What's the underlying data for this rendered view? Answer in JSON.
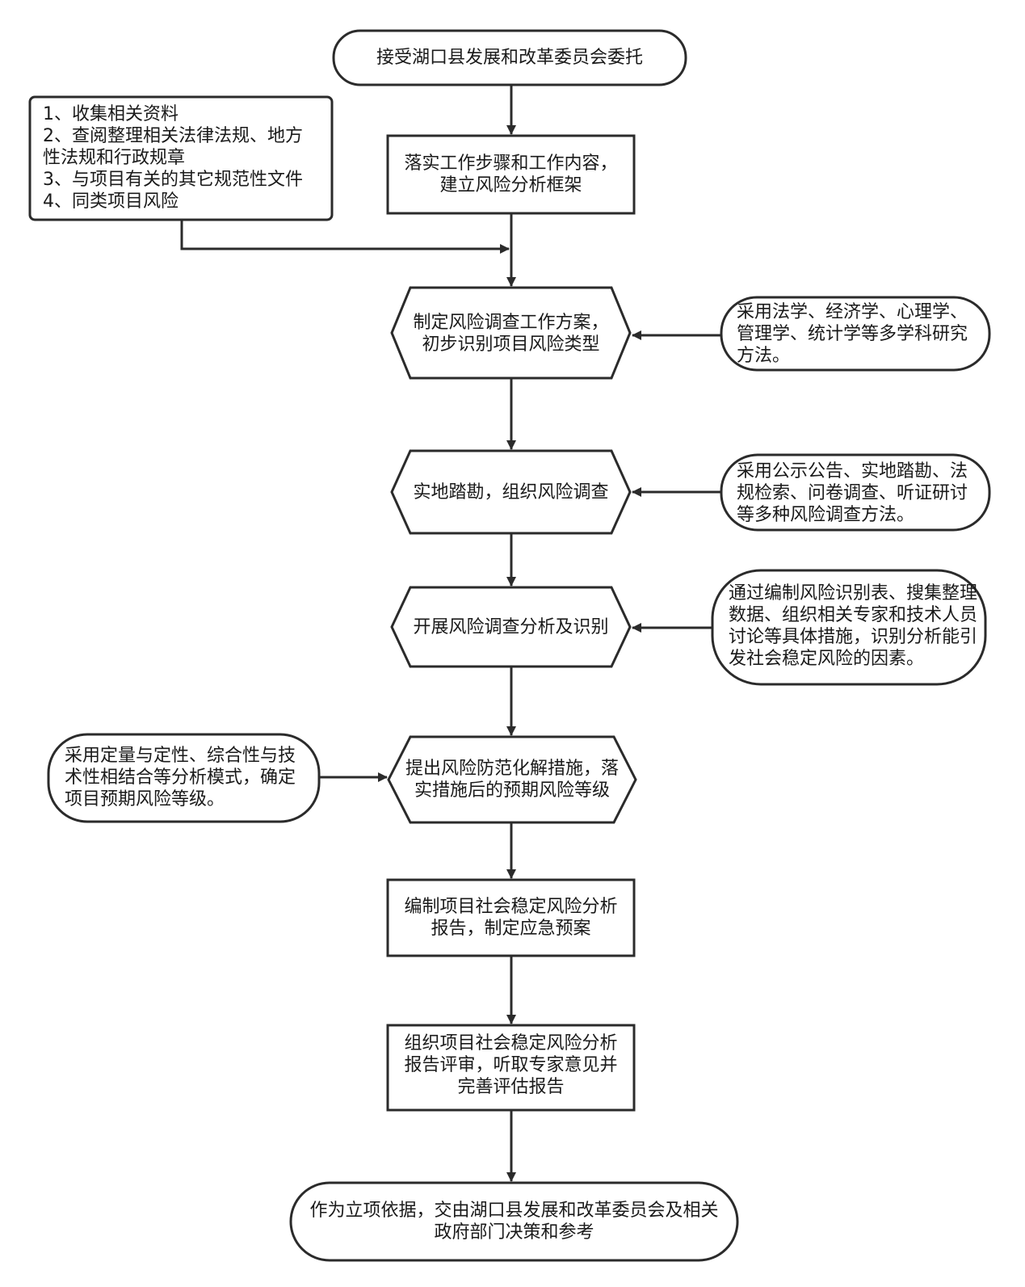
{
  "colors": {
    "stroke": "#2b2b2b",
    "background": "#ffffff",
    "text": "#1a1a1a"
  },
  "nodes": {
    "start": "接受湖口县发展和改革委员会委托",
    "step1": "落实工作步骤和工作内容，\n建立风险分析框架",
    "materials": "1、收集相关资料\n2、查阅整理相关法律法规、地方\n性法规和行政规章\n3、与项目有关的其它规范性文件\n4、同类项目风险",
    "step2": "制定风险调查工作方案，\n初步识别项目风险类型",
    "method1": "采用法学、经济学、心理学、\n管理学、统计学等多学科研究\n方法。",
    "step3": "实地踏勘，组织风险调查",
    "method2": "采用公示公告、实地踏勘、法\n规检索、问卷调查、听证研讨\n等多种风险调查方法。",
    "step4": "开展风险调查分析及识别",
    "method3": "通过编制风险识别表、搜集整理\n数据、组织相关专家和技术人员\n讨论等具体措施，识别分析能引\n发社会稳定风险的因素。",
    "step5": "提出风险防范化解措施，落\n实措施后的预期风险等级",
    "method4": "采用定量与定性、综合性与技\n术性相结合等分析模式，确定\n项目预期风险等级。",
    "step6": "编制项目社会稳定风险分析\n报告，制定应急预案",
    "step7": "组织项目社会稳定风险分析\n报告评审，听取专家意见并\n完善评估报告",
    "end": "作为立项依据，交由湖口县发展和改革委员会及相关\n政府部门决策和参考"
  }
}
